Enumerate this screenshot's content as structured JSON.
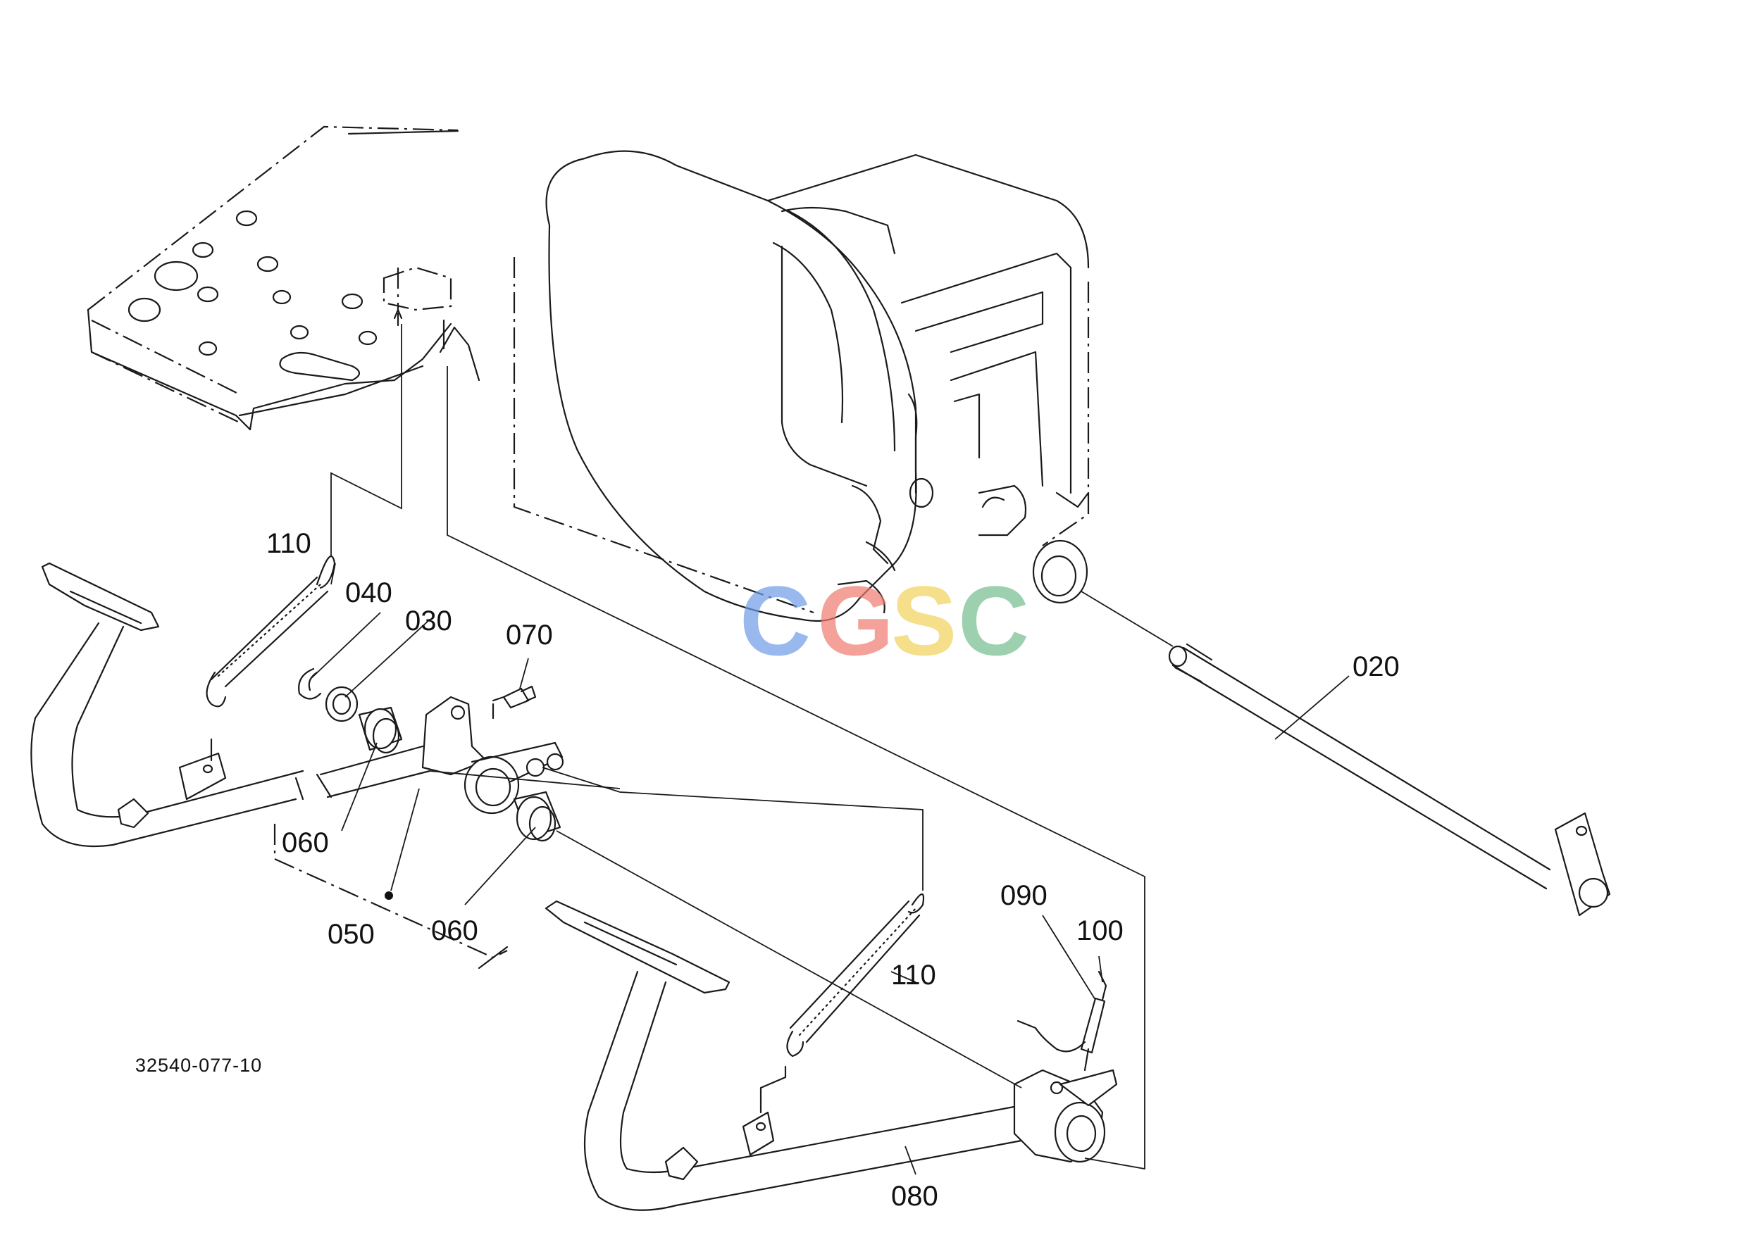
{
  "diagram": {
    "drawing_number": "32540-077-10",
    "part_labels": [
      {
        "id": "020",
        "text": "020"
      },
      {
        "id": "030",
        "text": "030"
      },
      {
        "id": "040",
        "text": "040"
      },
      {
        "id": "050",
        "text": "050"
      },
      {
        "id": "060a",
        "text": "060"
      },
      {
        "id": "060b",
        "text": "060"
      },
      {
        "id": "070",
        "text": "070"
      },
      {
        "id": "080",
        "text": "080"
      },
      {
        "id": "090",
        "text": "090"
      },
      {
        "id": "100",
        "text": "100"
      },
      {
        "id": "110a",
        "text": "110"
      },
      {
        "id": "110b",
        "text": "110"
      }
    ]
  },
  "watermark": {
    "letters": [
      {
        "char": "C",
        "color": "#6f9be8"
      },
      {
        "char": "G",
        "color": "#ef7a6e"
      },
      {
        "char": "S",
        "color": "#f2d25a"
      },
      {
        "char": "C",
        "color": "#74bd8e"
      }
    ]
  }
}
